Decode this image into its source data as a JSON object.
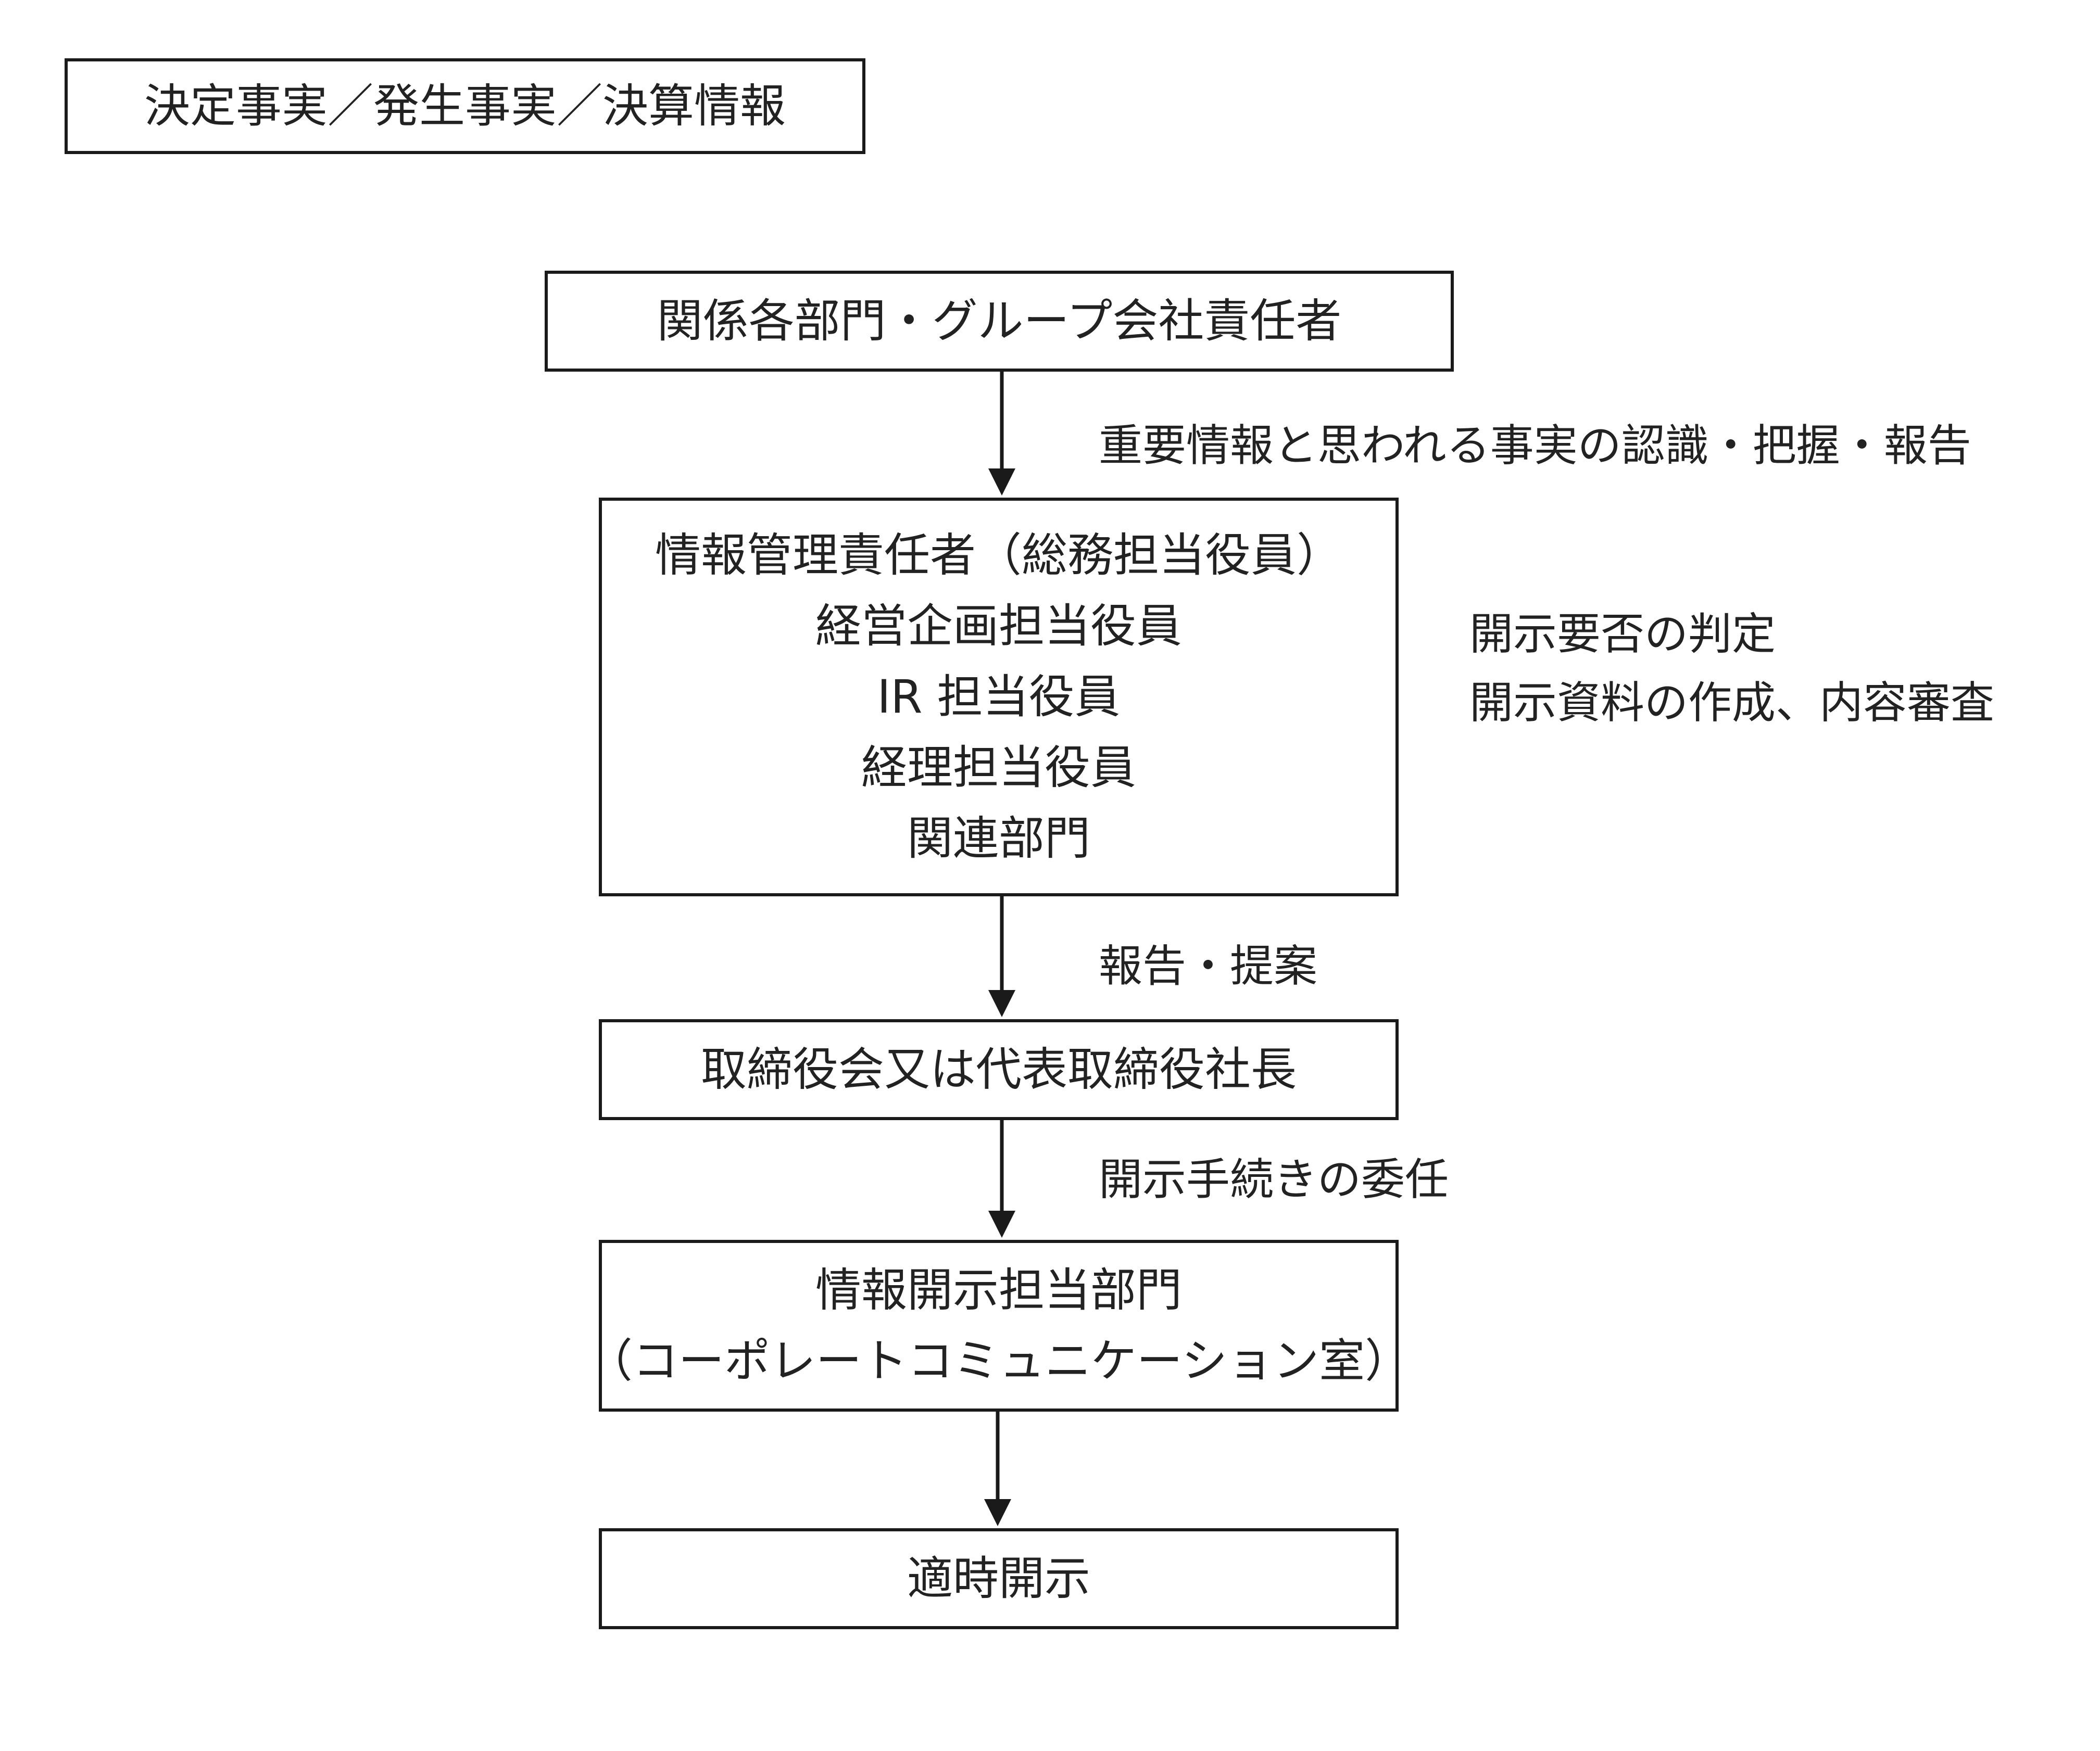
{
  "header_box": {
    "text": "決定事実／発生事実／決算情報"
  },
  "nodes": [
    {
      "id": "responsible",
      "lines": [
        "関係各部門・グループ会社責任者"
      ]
    },
    {
      "id": "info-manager",
      "lines": [
        "情報管理責任者（総務担当役員）",
        "経営企画担当役員",
        "IR 担当役員",
        "経理担当役員",
        "関連部門"
      ]
    },
    {
      "id": "board",
      "lines": [
        "取締役会又は代表取締役社長"
      ]
    },
    {
      "id": "disclosure-dept",
      "lines": [
        "情報開示担当部門",
        "（コーポレートコミュニケーション室）"
      ]
    },
    {
      "id": "timely-disclosure",
      "lines": [
        "適時開示"
      ]
    }
  ],
  "edge_labels": {
    "recognition": "重要情報と思われる事実の認識・把握・報告",
    "report_proposal": "報告・提案",
    "delegation": "開示手続きの委任"
  },
  "side_notes": [
    "開示要否の判定",
    "開示資料の作成、内容審査"
  ]
}
